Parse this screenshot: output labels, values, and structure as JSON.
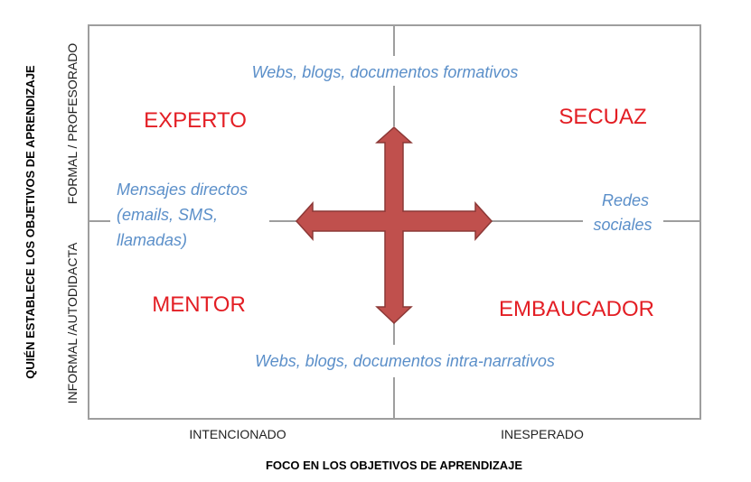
{
  "colors": {
    "frame": "#9e9e9e",
    "quadrant_label": "#e31e24",
    "media_label": "#5b8fc9",
    "arrow_fill": "#c0504d",
    "arrow_stroke": "#8c3836"
  },
  "quadrants": {
    "top_left": "EXPERTO",
    "top_right": "SECUAZ",
    "bottom_left": "MENTOR",
    "bottom_right": "EMBAUCADOR"
  },
  "media": {
    "top": "Webs, blogs, documentos formativos",
    "bottom": "Webs, blogs, documentos intra-narrativos",
    "left": [
      "Mensajes directos",
      "(emails, SMS,",
      "llamadas)"
    ],
    "right": [
      "Redes",
      "sociales"
    ]
  },
  "axes": {
    "x_left": "INTENCIONADO",
    "x_right": "INESPERADO",
    "x_title": "FOCO EN LOS OBJETIVOS DE APRENDIZAJE",
    "y_top": "FORMAL / PROFESORADO",
    "y_bottom": "INFORMAL /AUTODIDACTA",
    "y_title": "QUIÉN ESTABLECE LOS OBJETIVOS DE APRENDIZAJE"
  }
}
